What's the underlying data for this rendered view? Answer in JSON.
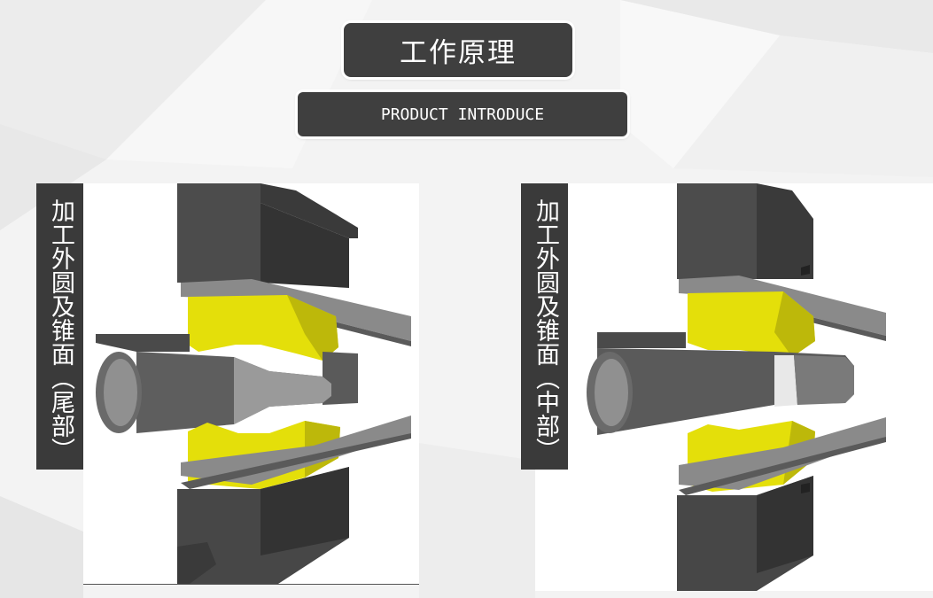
{
  "header": {
    "title": "工作原理",
    "subtitle": "PRODUCT INTRODUCE"
  },
  "panels": [
    {
      "label": "加工外圆及锥面（尾部）"
    },
    {
      "label": "加工外圆及锥面（中部）"
    }
  ],
  "colors": {
    "title_bg": "#3f3f3f",
    "die_yellow": "#e4df0a",
    "die_frame_dark": "#4a4a4a",
    "tube_gray": "#5a5a5a",
    "label_bg": "#3a3a3a"
  }
}
